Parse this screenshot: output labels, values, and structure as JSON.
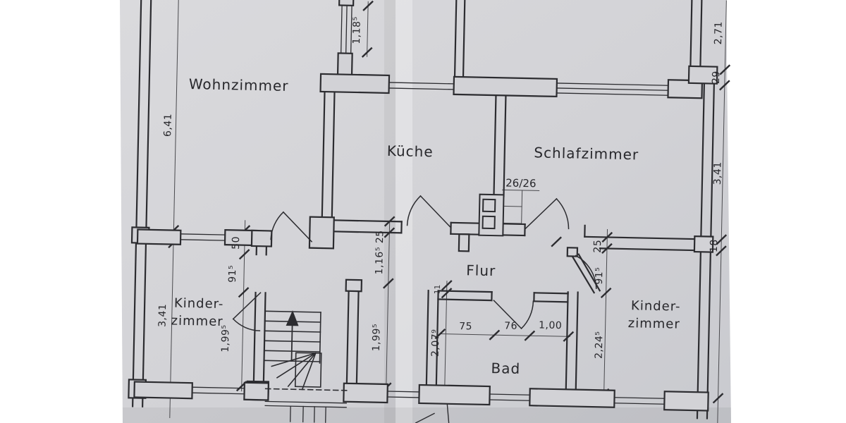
{
  "photo": {
    "background": "#ffffff",
    "paper_top": "#dadadd",
    "paper_bottom": "#c9cacf",
    "ink": "#2c2c30"
  },
  "rooms": {
    "living": "Wohnzimmer",
    "kitchen": "Küche",
    "bedroom": "Schlafzimmer",
    "hall": "Flur",
    "bath": "Bad",
    "child_left": {
      "line1": "Kinder-",
      "line2": "zimmer"
    },
    "child_right": {
      "line1": "Kinder-",
      "line2": "zimmer"
    }
  },
  "dimensions": {
    "living_height": "6,41",
    "child_left_height": "3,41",
    "kitchen_window": "1,18⁵",
    "right_top": "2,71",
    "right_jog": "29",
    "bedroom_height": "3,41",
    "right_wall": "18",
    "left_chain": {
      "seg1": "50",
      "seg2": "91⁵",
      "seg3": "1,99⁵"
    },
    "mid_chain": {
      "seg1": "25",
      "seg2": "1,16⁵",
      "seg3": "1,99⁵"
    },
    "right_chain": {
      "seg1": "25",
      "seg2": "91⁵",
      "seg3": "2,24⁵"
    },
    "bath_width": {
      "seg1": "75",
      "seg2": "76",
      "seg3": "1,00"
    },
    "bath_left": {
      "wall": "11",
      "height": "2,07⁹"
    },
    "flue": "26/26"
  }
}
